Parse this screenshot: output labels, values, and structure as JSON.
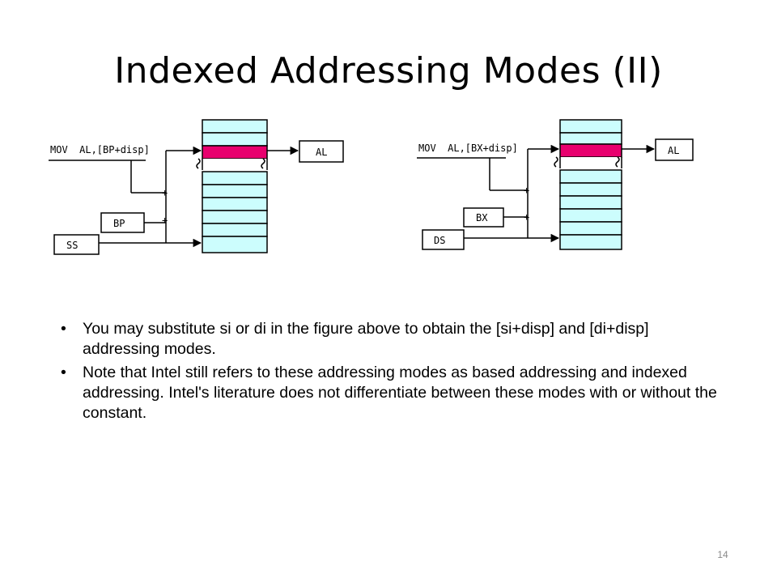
{
  "slide": {
    "title": "Indexed Addressing Modes (II)",
    "page_number": "14"
  },
  "diagrams": [
    {
      "instruction": "MOV  AL,[BP+disp]",
      "base_register": "BP",
      "segment_register": "SS",
      "destination": "AL",
      "plus_sign": "+"
    },
    {
      "instruction": "MOV  AL,[BX+disp]",
      "base_register": "BX",
      "segment_register": "DS",
      "destination": "AL",
      "plus_sign": "+"
    }
  ],
  "colors": {
    "memory_cell": "#ccfdfd",
    "highlight_cell": "#e8006e"
  },
  "bullets": [
    "You may substitute si or di in the figure above to obtain the [si+disp] and [di+disp] addressing modes.",
    "Note that Intel still refers to these addressing modes as based addressing and indexed addressing. Intel's literature does not differentiate between these modes with or without the constant."
  ]
}
